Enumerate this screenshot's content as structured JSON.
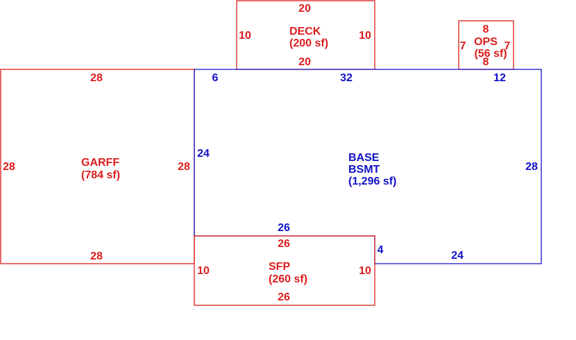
{
  "colors": {
    "red": "#dd1c1c",
    "blue": "#1010c8",
    "background": "#ffffff"
  },
  "areas": {
    "deck": {
      "name": "DECK",
      "area": "(200 sf)",
      "dims": {
        "top": "20",
        "bottom": "20",
        "left": "10",
        "right": "10"
      }
    },
    "ops": {
      "name": "OPS",
      "area": "(56 sf)",
      "dims": {
        "top": "8",
        "bottom": "8",
        "left": "7",
        "right": "7"
      }
    },
    "garff": {
      "name": "GARFF",
      "area": "(784 sf)",
      "dims": {
        "top": "28",
        "bottom": "28",
        "left": "28",
        "right": "28"
      }
    },
    "base": {
      "line1": "BASE",
      "line2": "BSMT",
      "area": "(1,296 sf)",
      "dims": {
        "top_left": "6",
        "top_mid": "32",
        "top_right": "12",
        "left": "24",
        "right": "28",
        "bottom_inner": "26",
        "step": "4",
        "bottom_right": "24"
      }
    },
    "sfp": {
      "name": "SFP",
      "area": "(260 sf)",
      "dims": {
        "top": "26",
        "bottom": "26",
        "left": "10",
        "right": "10"
      }
    }
  }
}
